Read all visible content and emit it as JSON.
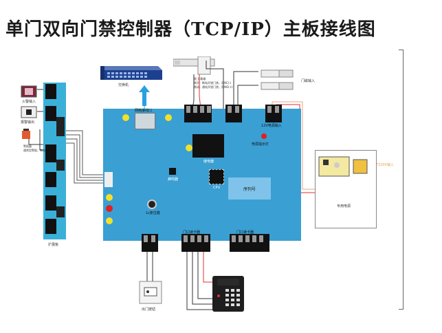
{
  "title": "单门双向门禁控制器（TCP/IP）主板接线图",
  "labels": {
    "switch": "交换机",
    "network_port": "网络接线口",
    "lock_relay": "锁 负载端",
    "lock_desc_1": "常开：断电开锁门禁，用NC(-)",
    "lock_desc_2": "常闭：通电开锁门禁，用NO(+)",
    "door_contact": "门磁输入",
    "power_input_12v": "12V电源输入",
    "power_indicator": "电源指示灯",
    "relay": "继电器",
    "cpu": "CPU",
    "buzzer": "蜂鸣器",
    "serial": "序列号",
    "reset": "1s复位键",
    "exit_button": "出门按钮",
    "door_reader": "门口读卡器",
    "door_reader_2": "门口读卡器",
    "fire_input": "火警输入",
    "alarm_output": "报警输出",
    "ext_board": "扩展板",
    "dedicated_power": "专用电源",
    "ac_input": "220V输入",
    "alarm_desc_1": "警报器",
    "alarm_desc_2": "通常型警报，有效"
  },
  "icons": {
    "switch": "network-switch-icon",
    "lock": "magnetic-lock-icon",
    "door_sensor": "door-sensor-icon",
    "reader": "card-reader-icon",
    "exit": "exit-button-icon"
  },
  "colors": {
    "board": "#3a9fd3",
    "ext_board": "#3ab0d8",
    "led_yellow": "#f3e02a",
    "led_red": "#e02020",
    "wire_red": "#e03030",
    "wire_orange": "#f0a080"
  }
}
